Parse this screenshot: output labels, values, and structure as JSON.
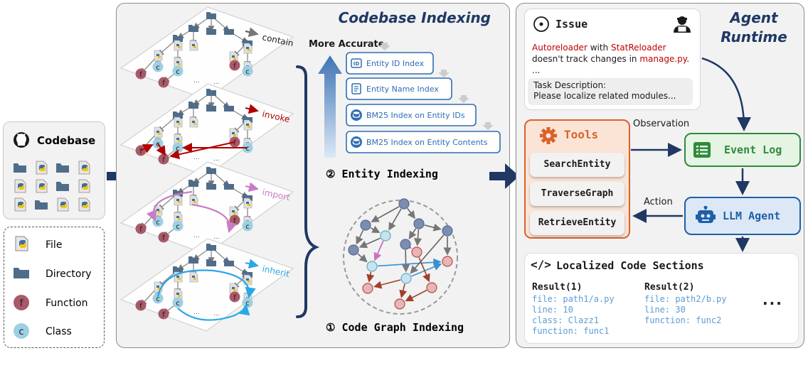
{
  "colors": {
    "panel_fill": "#f2f2f2",
    "panel_border": "#8c8c8c",
    "navy": "#1f3864",
    "blue_node": "#9dd0e3",
    "red_node": "#a8596a",
    "invoke": "#b20000",
    "import": "#c77dc3",
    "inherit": "#2aa7e6",
    "tools_orange": "#d9622b",
    "tools_fill": "#fbe4d6",
    "event_green": "#2e8b3d",
    "event_fill": "#e6f4e4",
    "llm_blue": "#1f5fa8",
    "llm_fill": "#dce8f6",
    "index_blue": "#2e6db4",
    "code_text": "#5b9bd5",
    "issue_red": "#c00000"
  },
  "codebase": {
    "title": "Codebase",
    "icon": "github-icon"
  },
  "legend": {
    "items": [
      {
        "label": "File",
        "icon": "python-file-icon"
      },
      {
        "label": "Directory",
        "icon": "folder-icon"
      },
      {
        "label": "Function",
        "icon": "function-node-icon",
        "glyph": "f"
      },
      {
        "label": "Class",
        "icon": "class-node-icon",
        "glyph": "c"
      }
    ]
  },
  "indexing": {
    "title": "Codebase Indexing",
    "relations": [
      "contain",
      "invoke",
      "import",
      "inherit"
    ],
    "more_accurate": "More Accurate",
    "index_boxes": [
      "Entity ID Index",
      "Entity Name Index",
      "BM25 Index on Entity IDs",
      "BM25 Index on Entity Contents"
    ],
    "entity_indexing": "② Entity Indexing",
    "code_graph_indexing": "① Code Graph Indexing",
    "node_f": "f",
    "node_c": "c",
    "dots": "..."
  },
  "runtime": {
    "title_line1": "Agent",
    "title_line2": "Runtime",
    "issue": {
      "title": "Issue",
      "line1_a": "Autoreloader",
      "line1_b": " with ",
      "line1_c": "StatReloader",
      "line2_a": "doesn't track changes in ",
      "line2_b": "manage.py",
      "line2_c": ".",
      "ellipsis": "...",
      "task_title": "Task Description:",
      "task_text": "Please localize related modules..."
    },
    "tools": {
      "title": "Tools",
      "buttons": [
        "SearchEntity",
        "TraverseGraph",
        "RetrieveEntity"
      ]
    },
    "observation": "Observation",
    "action": "Action",
    "event_log": "Event Log",
    "llm_agent": "LLM Agent",
    "localized": {
      "title": "Localized Code Sections",
      "results": [
        {
          "heading": "Result(1)",
          "lines": [
            "file: path1/a.py",
            "line: 10",
            "class: Clazz1",
            "function: func1"
          ]
        },
        {
          "heading": "Result(2)",
          "lines": [
            "file: path2/b.py",
            "line: 30",
            "function: func2"
          ]
        }
      ],
      "more": "..."
    }
  }
}
